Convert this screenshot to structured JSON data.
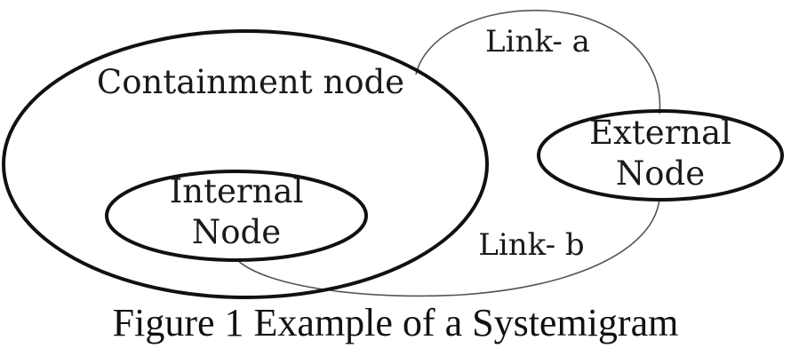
{
  "diagram": {
    "nodes": {
      "containment": {
        "label": "Containment node"
      },
      "internal": {
        "line1": "Internal",
        "line2": "Node"
      },
      "external": {
        "line1": "External",
        "line2": "Node"
      }
    },
    "links": {
      "a": {
        "label": "Link- a"
      },
      "b": {
        "label": "Link- b"
      }
    }
  },
  "caption": "Figure 1 Example of a Systemigram"
}
